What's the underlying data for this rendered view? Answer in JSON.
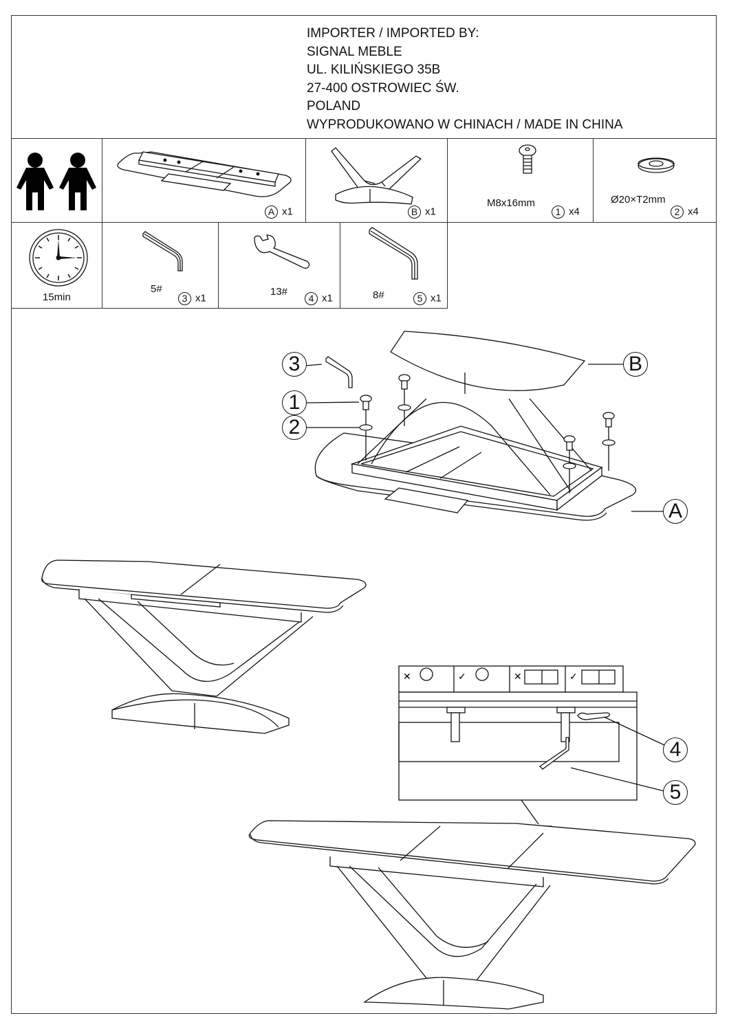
{
  "importer": {
    "lines": [
      "IMPORTER / IMPORTED BY:",
      "SIGNAL MEBLE",
      "UL. KILIŃSKIEGO 35B",
      "27-400 OSTROWIEC ŚW.",
      "POLAND",
      "WYPRODUKOWANO W CHINACH / MADE IN CHINA"
    ]
  },
  "parts": [
    {
      "id": "A",
      "qty": "x1",
      "icon": "table-top-frame"
    },
    {
      "id": "B",
      "qty": "x1",
      "icon": "v-shaped-base"
    },
    {
      "id": "1",
      "spec": "M8x16mm",
      "qty": "x4",
      "icon": "bolt"
    },
    {
      "id": "2",
      "spec": "Ø20×T2mm",
      "qty": "x4",
      "icon": "washer"
    }
  ],
  "assembly": {
    "people_icon": "two-persons",
    "time_icon": "clock",
    "time": "15min"
  },
  "tools": [
    {
      "id": "3",
      "size": "5#",
      "qty": "x1",
      "icon": "allen-key"
    },
    {
      "id": "4",
      "size": "13#",
      "qty": "x1",
      "icon": "wrench"
    },
    {
      "id": "5",
      "size": "8#",
      "qty": "x1",
      "icon": "allen-key"
    }
  ],
  "diagram": {
    "callouts": [
      "3",
      "1",
      "2",
      "B",
      "A"
    ],
    "adjust_callouts": [
      "4",
      "5"
    ]
  }
}
